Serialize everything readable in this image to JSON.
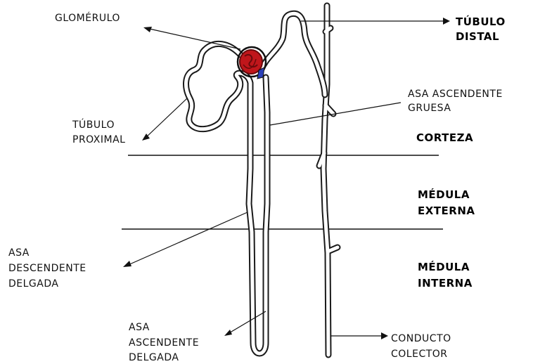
{
  "labels": {
    "glomerulo": "GLOMÉRULO",
    "tubulo_distal": [
      "TÚBULO",
      "DISTAL"
    ],
    "tubulo_proximal": [
      "TÚBULO",
      "PROXIMAL"
    ],
    "asa_ascendente_gruesa": [
      "ASA ASCENDENTE",
      "GRUESA"
    ],
    "corteza": "CORTEZA",
    "medula_externa": [
      "MÉDULA",
      "EXTERNA"
    ],
    "medula_interna": [
      "MÉDULA",
      "INTERNA"
    ],
    "asa_descendente_delgada": [
      "ASA",
      "DESCENDENTE",
      "DELGADA"
    ],
    "asa_ascendente_delgada": [
      "ASA",
      "ASCENDENTE",
      "DELGADA"
    ],
    "conducto_colector": [
      "CONDUCTO",
      "COLECTOR"
    ]
  },
  "colors": {
    "line": "#111111",
    "glomerulus_red": "#c0161b",
    "glomerulus_dark": "#6a0a0c",
    "vessel_blue": "#2a3fb8"
  }
}
